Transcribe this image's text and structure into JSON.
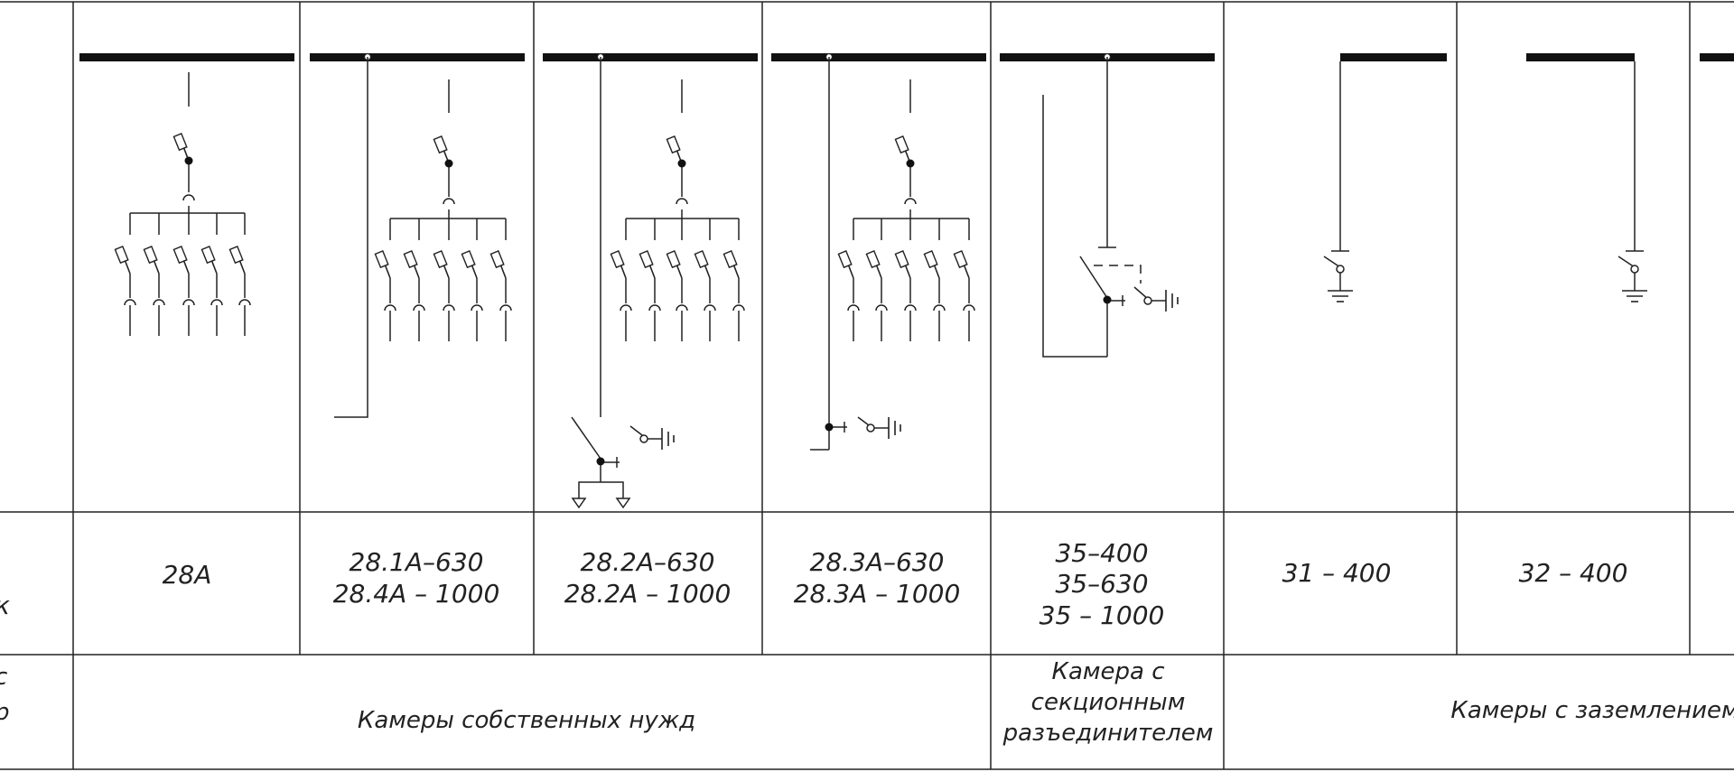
{
  "colors": {
    "line": "#222222",
    "bus": "#111111",
    "background": "#ffffff"
  },
  "left_column": {
    "row2_fragment": "к",
    "row3_fragment_1": "с",
    "row3_fragment_2": "р"
  },
  "cells": [
    {
      "id": "c1",
      "codes": [
        "28А"
      ]
    },
    {
      "id": "c2",
      "codes": [
        "28.1А–630",
        "28.4А – 1000"
      ]
    },
    {
      "id": "c3",
      "codes": [
        "28.2А–630",
        "28.2А – 1000"
      ]
    },
    {
      "id": "c4",
      "codes": [
        "28.3А–630",
        "28.3А – 1000"
      ]
    },
    {
      "id": "c5",
      "codes": [
        "35–400",
        "35–630",
        "35 – 1000"
      ]
    },
    {
      "id": "c6",
      "codes": [
        "31 – 400"
      ]
    },
    {
      "id": "c7",
      "codes": [
        "32 – 400"
      ]
    }
  ],
  "groups": {
    "own_needs": "Камеры собственных нужд",
    "section": [
      "Камера с",
      "секционным",
      "разъединителем"
    ],
    "grounding": "Камеры с заземлением"
  }
}
